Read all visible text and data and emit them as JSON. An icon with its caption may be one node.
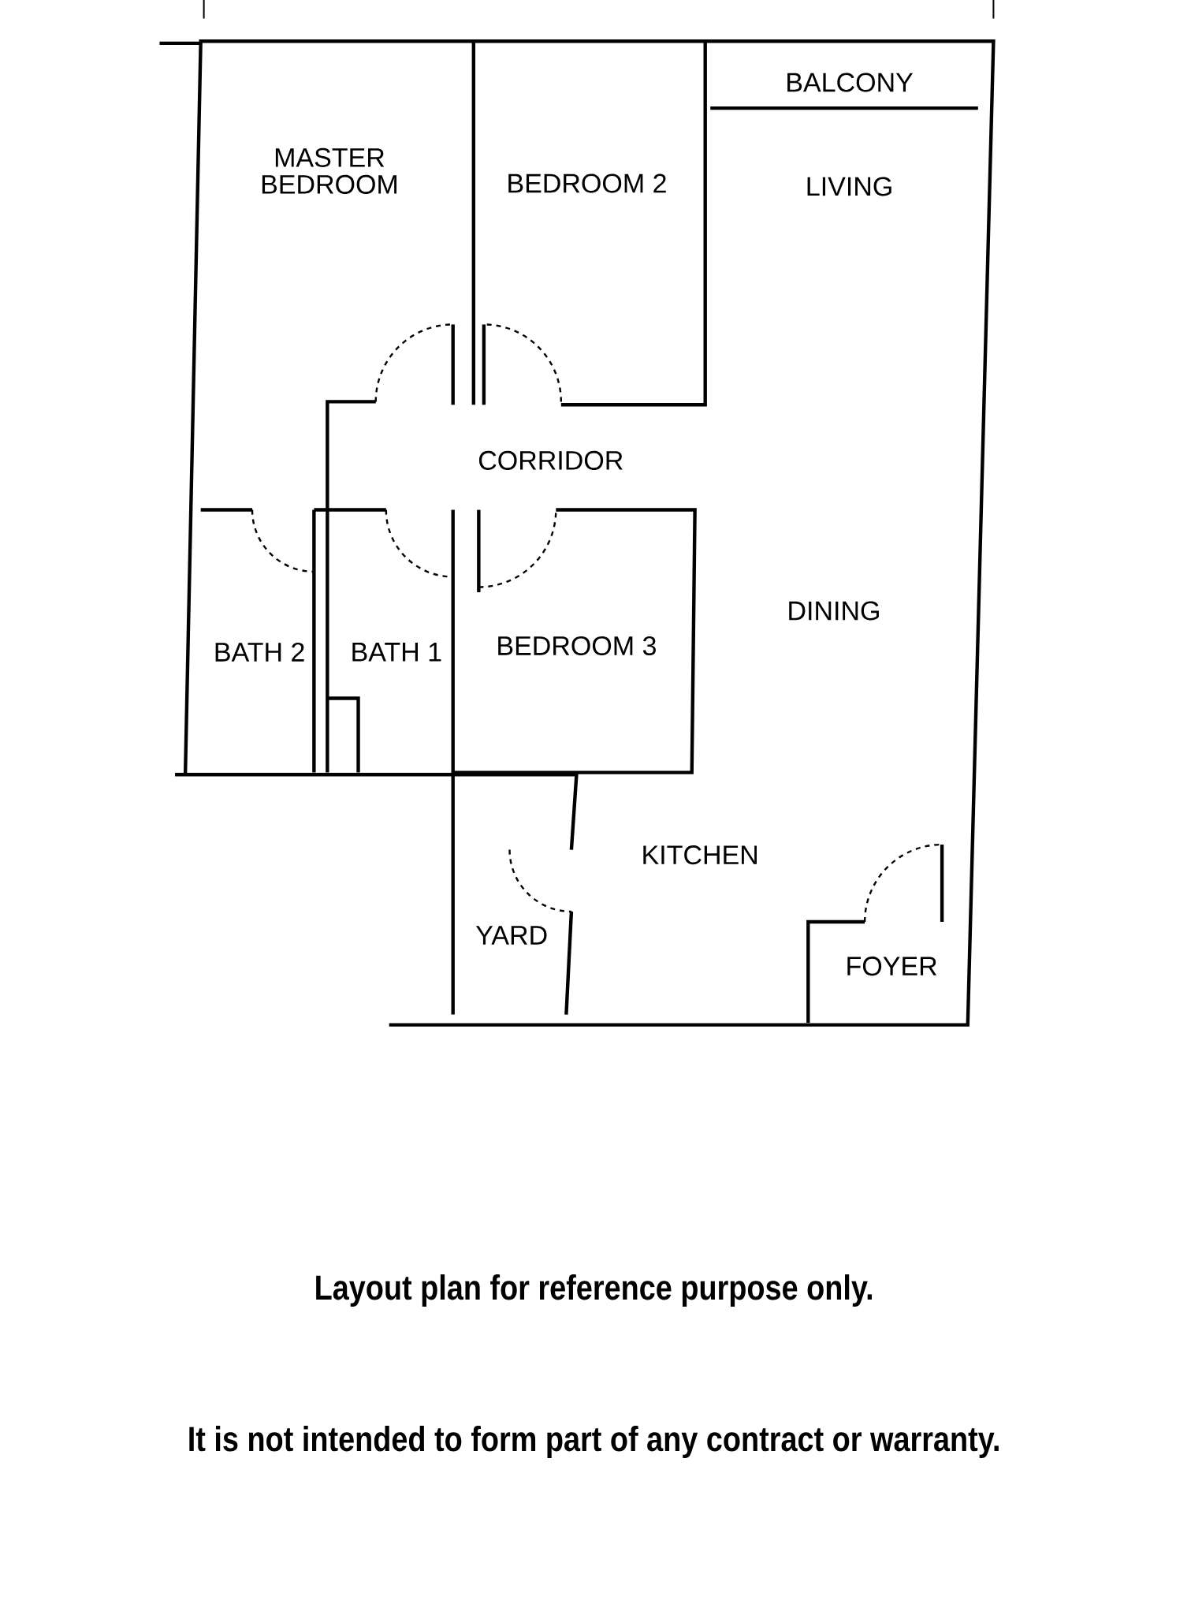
{
  "diagram": {
    "labels": [
      "BALCONY",
      "MASTER BEDROOM",
      "BEDROOM 2",
      "LIVING",
      "CORRIDOR",
      "DINING",
      "BATH 2",
      "BATH 1",
      "BEDROOM 3",
      "KITCHEN",
      "YARD",
      "FOYER",
      "Layout plan for reference purpose only.",
      "It is not intended to form part of any contract or warranty."
    ]
  }
}
